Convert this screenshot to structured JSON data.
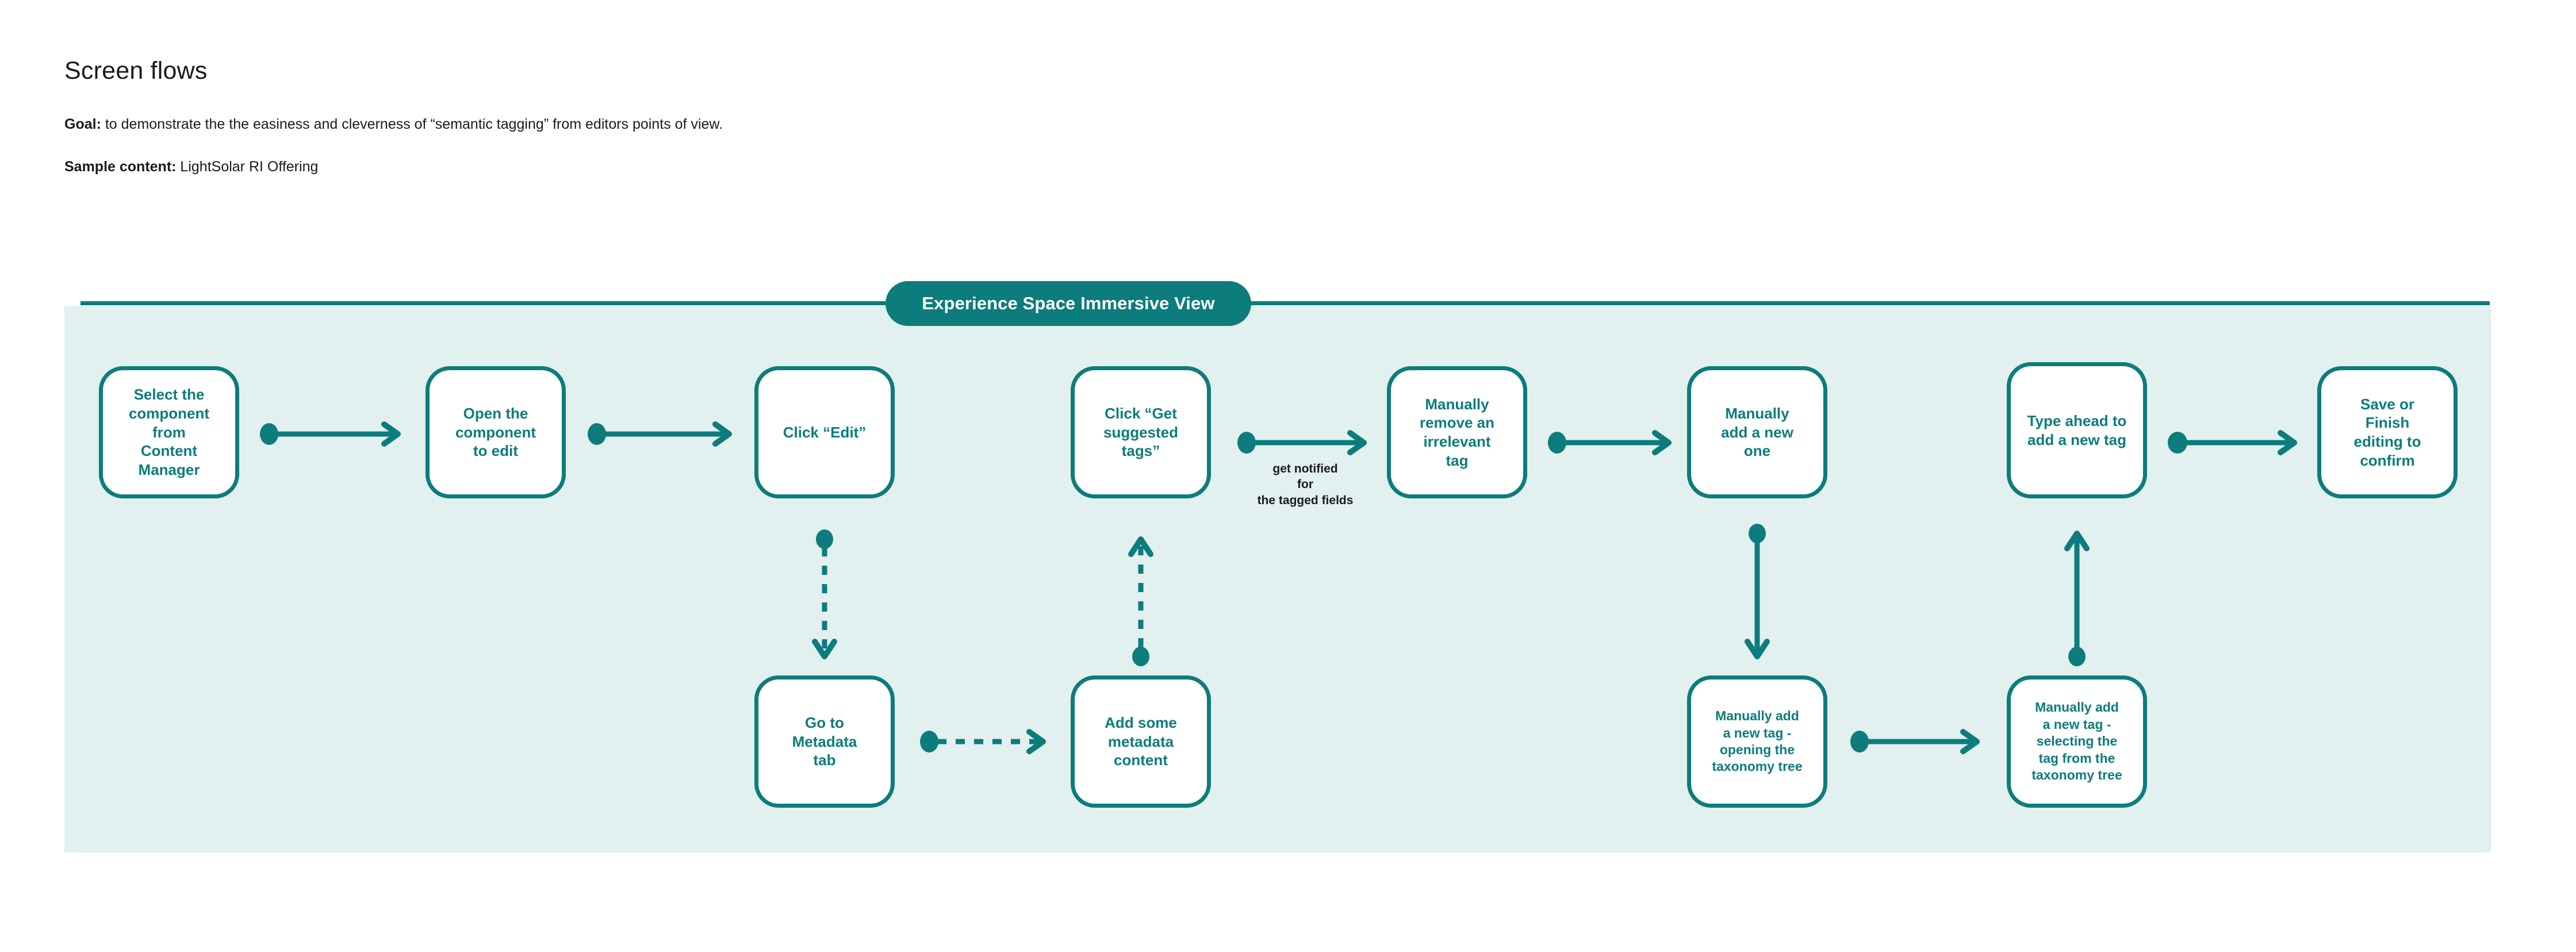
{
  "page": {
    "title": "Screen flows",
    "goal_key": "Goal:",
    "goal_text": " to demonstrate the the easiness and cleverness of “semantic tagging” from editors points of view.",
    "sample_key": "Sample content:",
    "sample_text": " LightSolar RI Offering"
  },
  "colors": {
    "teal": "#0d7c7c",
    "panel_background": "#e2f0ef",
    "node_background": "#ffffff",
    "page_background": "#ffffff",
    "text": "#1b1b1b"
  },
  "flow": {
    "panel_title": "Experience Space Immersive View",
    "nodes": [
      {
        "id": "select-component",
        "label": "Select the\ncomponent\nfrom\nContent\nManager"
      },
      {
        "id": "open-component",
        "label": "Open the\ncomponent\nto edit"
      },
      {
        "id": "click-edit",
        "label": "Click “Edit”"
      },
      {
        "id": "click-get-suggested",
        "label": "Click “Get\nsuggested\ntags”"
      },
      {
        "id": "remove-irrelevant-tag",
        "label": "Manually\nremove an\nirrelevant\ntag"
      },
      {
        "id": "add-new-one",
        "label": "Manually\nadd a new\none"
      },
      {
        "id": "type-ahead-add-tag",
        "label": "Type ahead to\nadd a new tag"
      },
      {
        "id": "save-or-finish",
        "label": "Save or\nFinish\nediting to\nconfirm"
      },
      {
        "id": "go-to-metadata-tab",
        "label": "Go to\nMetadata\ntab"
      },
      {
        "id": "add-metadata-content",
        "label": "Add some\nmetadata\ncontent"
      },
      {
        "id": "open-taxonomy-tree",
        "label": "Manually add\na new tag -\nopening the\ntaxonomy tree"
      },
      {
        "id": "select-from-taxonomy",
        "label": "Manually add\na new tag -\nselecting the\ntag from the\ntaxonomy tree"
      }
    ],
    "edge_notes": [
      {
        "id": "get-notified-note",
        "text": "get notified\nfor\nthe tagged fields"
      }
    ],
    "connector_styles": {
      "solid": "solid",
      "dashed": "dashed"
    }
  }
}
